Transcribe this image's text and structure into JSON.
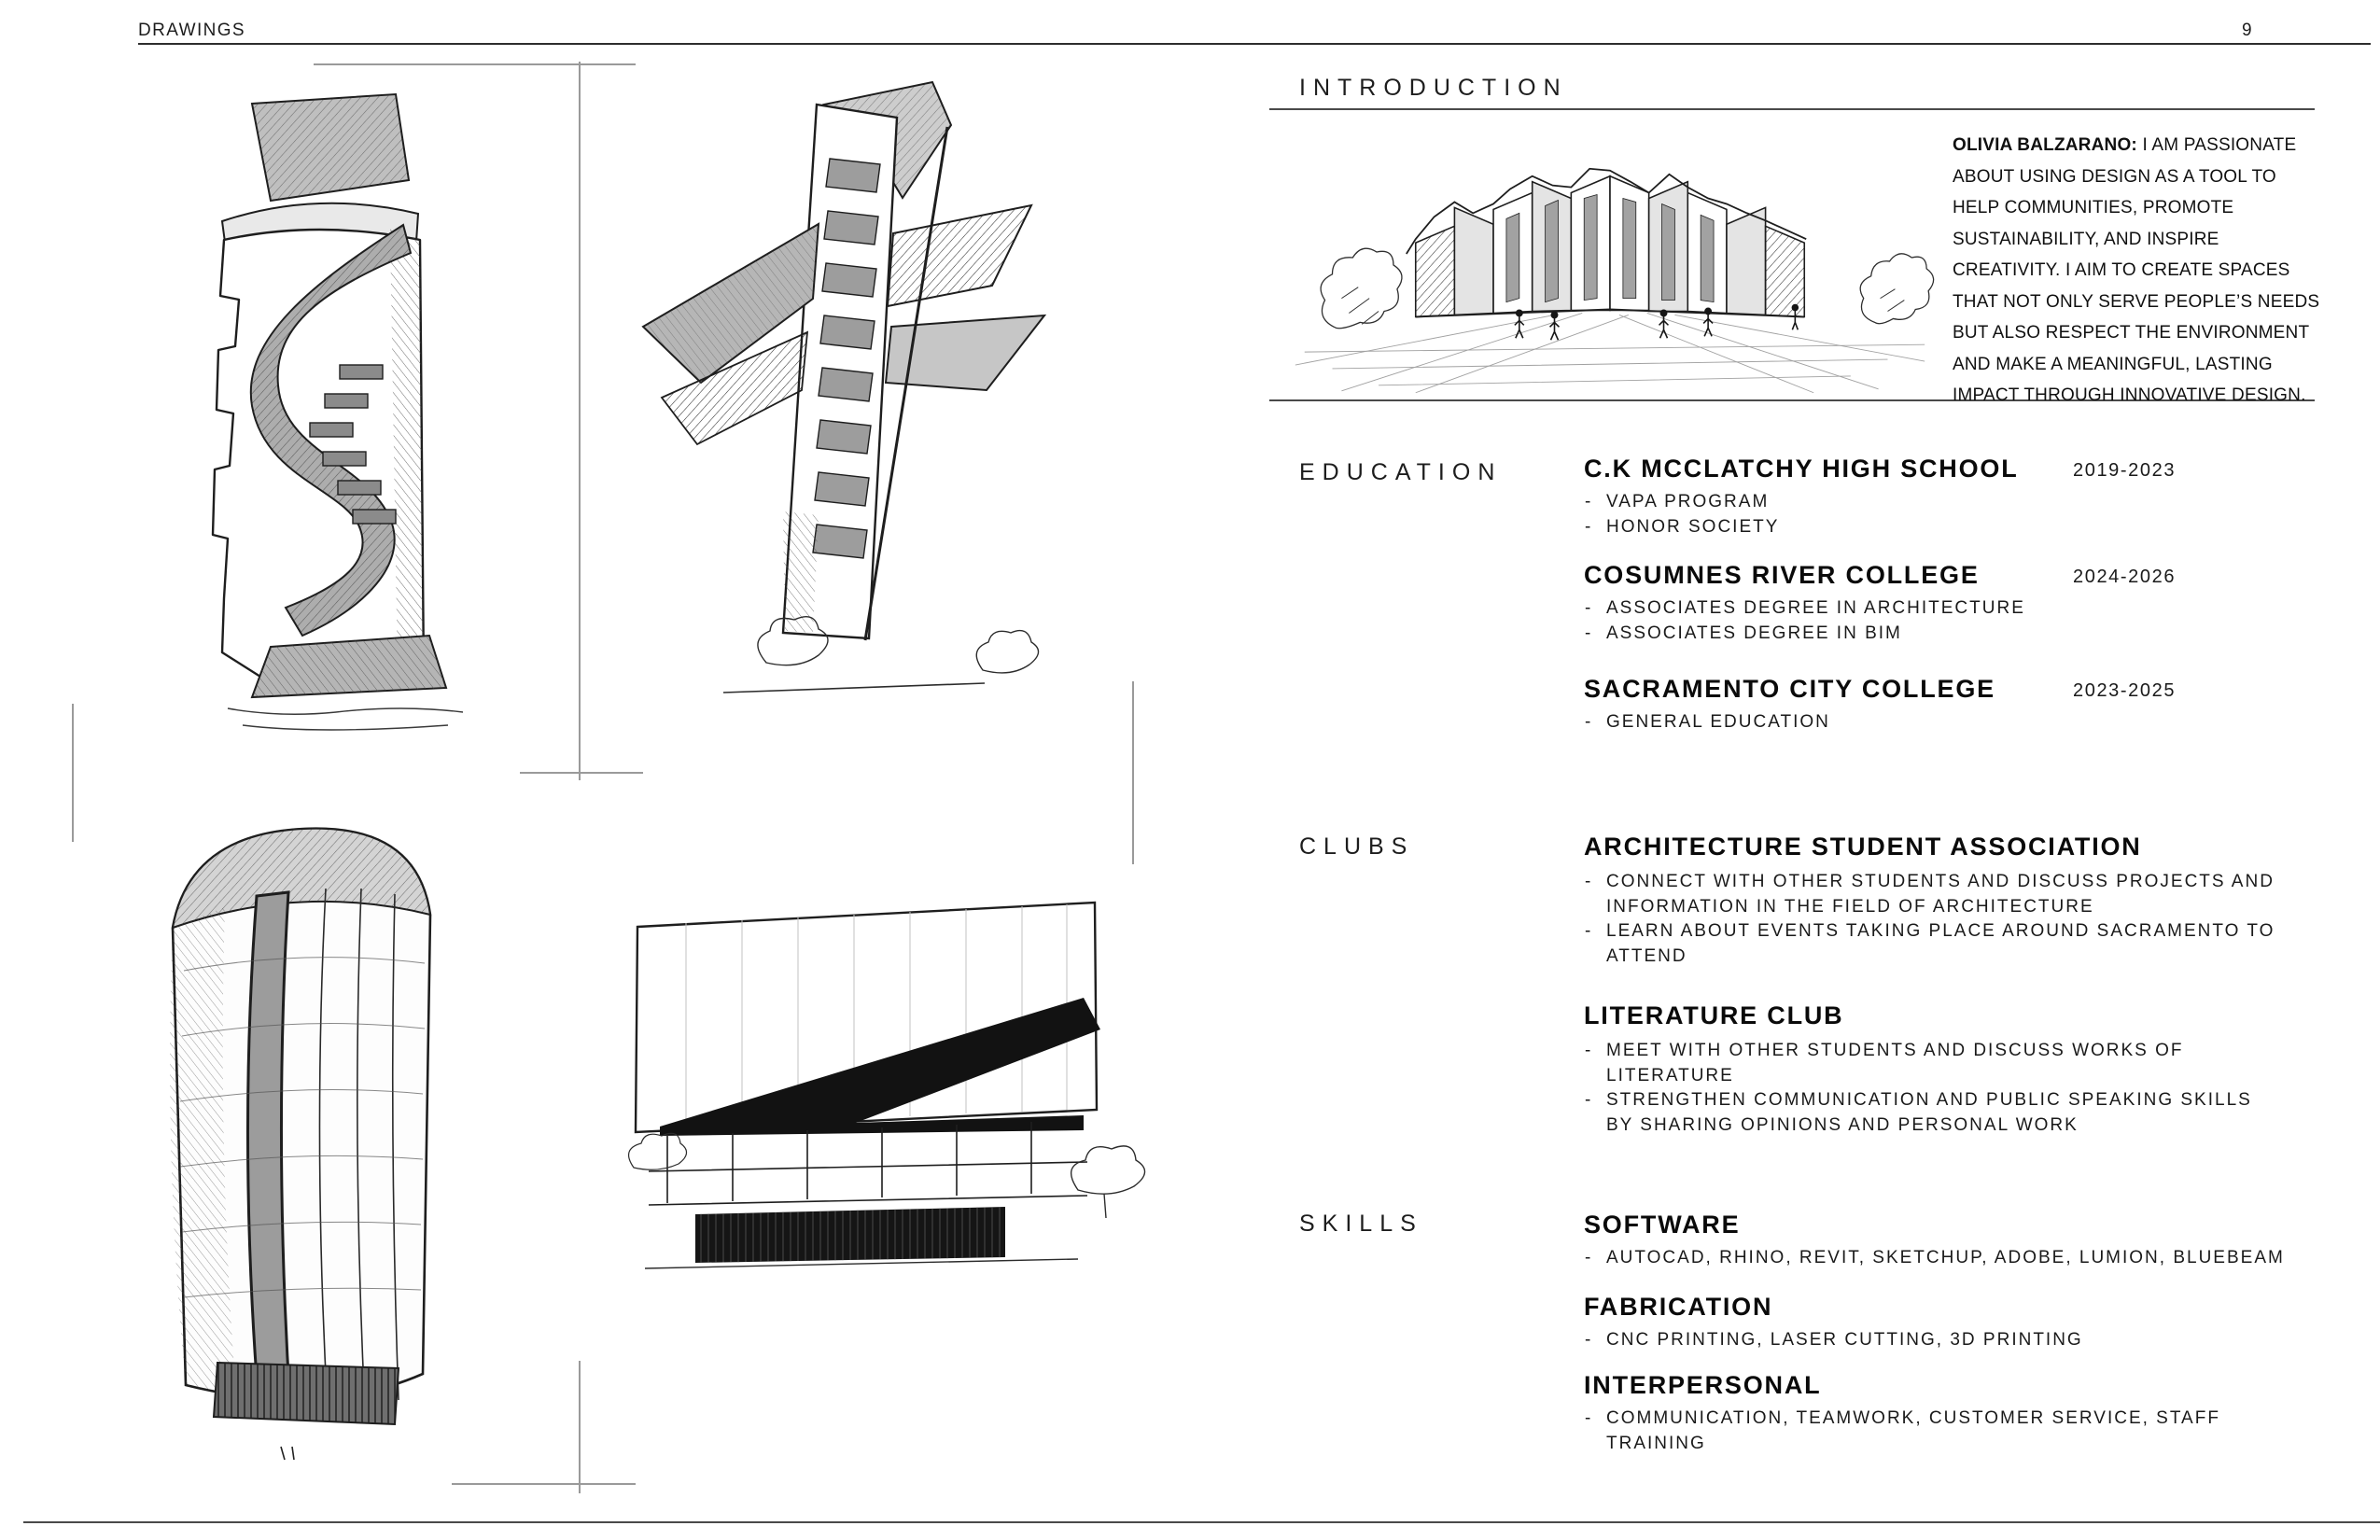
{
  "page": {
    "header_label": "DRAWINGS",
    "page_number": "9"
  },
  "introduction": {
    "title": "INTRODUCTION",
    "name": "OLIVIA BALZARANO:",
    "body": "I AM PASSIONATE ABOUT USING DESIGN AS A TOOL TO HELP COMMUNITIES, PROMOTE SUSTAINABILITY, AND INSPIRE CREATIVITY. I AIM TO CREATE SPACES THAT NOT ONLY SERVE PEOPLE’S NEEDS BUT ALSO RESPECT THE ENVIRONMENT AND MAKE A MEANINGFUL, LASTING IMPACT THROUGH INNOVATIVE DESIGN."
  },
  "education": {
    "label": "EDUCATION",
    "entries": [
      {
        "title": "C.K MCCLATCHY HIGH SCHOOL",
        "years": "2019-2023",
        "bullets": [
          "VAPA PROGRAM",
          "HONOR SOCIETY"
        ]
      },
      {
        "title": "COSUMNES RIVER COLLEGE",
        "years": "2024-2026",
        "bullets": [
          "ASSOCIATES DEGREE IN ARCHITECTURE",
          "ASSOCIATES DEGREE IN BIM"
        ]
      },
      {
        "title": "SACRAMENTO CITY COLLEGE",
        "years": "2023-2025",
        "bullets": [
          "GENERAL EDUCATION"
        ]
      }
    ]
  },
  "clubs": {
    "label": "CLUBS",
    "entries": [
      {
        "title": "ARCHITECTURE STUDENT ASSOCIATION",
        "bullets": [
          "CONNECT WITH OTHER STUDENTS AND DISCUSS PROJECTS AND INFORMATION IN THE FIELD OF ARCHITECTURE",
          "LEARN ABOUT EVENTS TAKING PLACE AROUND SACRAMENTO TO ATTEND"
        ]
      },
      {
        "title": "LITERATURE CLUB",
        "bullets": [
          "MEET WITH OTHER STUDENTS AND DISCUSS WORKS OF LITERATURE",
          "STRENGTHEN COMMUNICATION AND PUBLIC SPEAKING SKILLS BY SHARING OPINIONS AND PERSONAL WORK"
        ]
      }
    ]
  },
  "skills": {
    "label": "SKILLS",
    "entries": [
      {
        "title": "SOFTWARE",
        "bullets": [
          "AUTOCAD, RHINO, REVIT, SKETCHUP, ADOBE, LUMION, BLUEBEAM"
        ]
      },
      {
        "title": "FABRICATION",
        "bullets": [
          "CNC PRINTING, LASER CUTTING, 3D PRINTING"
        ]
      },
      {
        "title": "INTERPERSONAL",
        "bullets": [
          "COMMUNICATION, TEAMWORK, CUSTOMER SERVICE, STAFF TRAINING"
        ]
      }
    ]
  },
  "figures": {
    "sketch_spiral_tower": "hand sketch of tower with spiral ramp",
    "sketch_angular_tower": "hand sketch of angular tower with fins",
    "sketch_curved_tower": "hand sketch of curved cylindrical tower",
    "sketch_low_building": "hand sketch of low building with dark wedge roof",
    "sketch_pavilion": "hand sketch of fanned pavilion structure"
  },
  "colors": {
    "ink": "#1e1e1e",
    "rule_dark": "#2e2e2e",
    "crop_mark": "#9a9a9a",
    "sketch_gray": "#b5b5b5"
  }
}
